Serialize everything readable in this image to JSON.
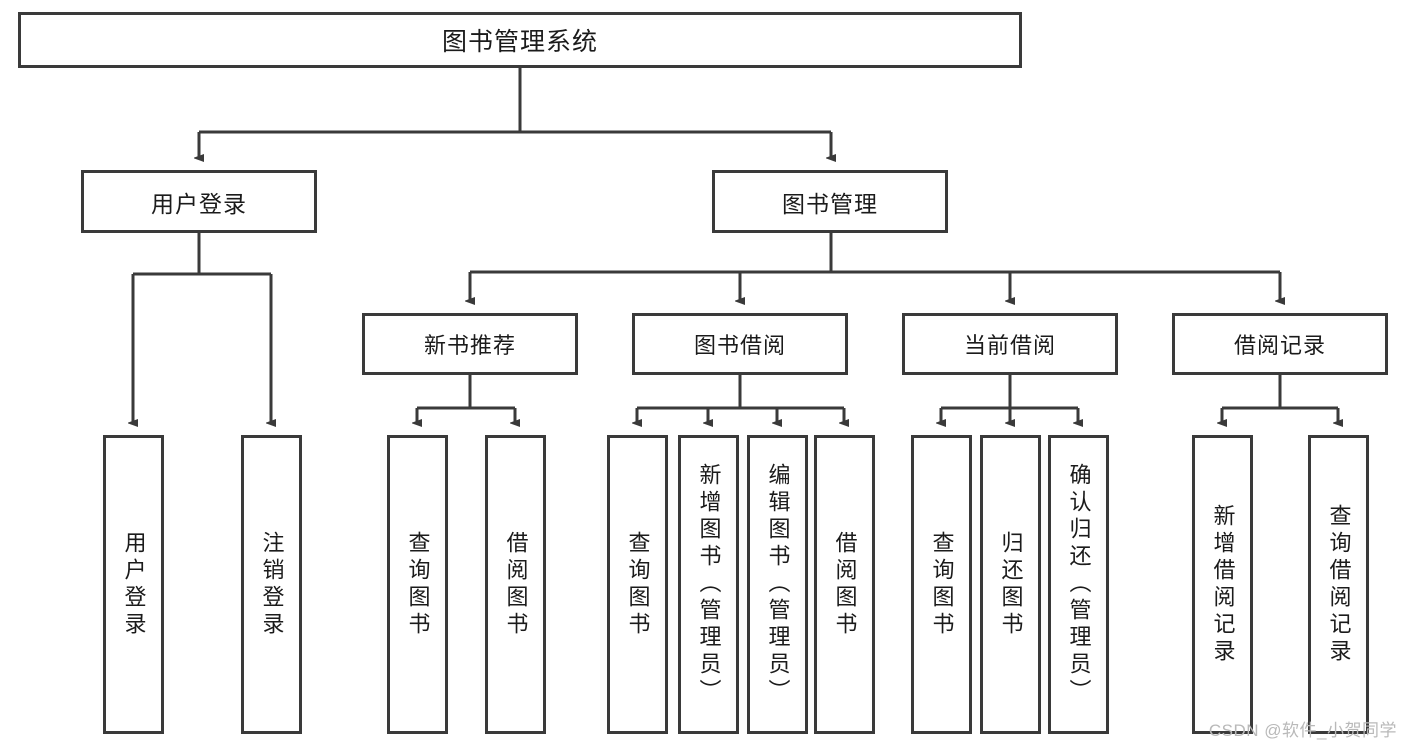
{
  "diagram": {
    "title": "图书管理系统",
    "watermark": "CSDN @软件_小贺同学",
    "colors": {
      "stroke": "#3a3a3a",
      "fill": "#ffffff",
      "text": "#1b1b1b",
      "watermark": "#b9b9b9"
    },
    "root": {
      "label": "图书管理系统"
    },
    "level2": [
      {
        "label": "用户登录"
      },
      {
        "label": "图书管理"
      }
    ],
    "level3": [
      {
        "label": "新书推荐"
      },
      {
        "label": "图书借阅"
      },
      {
        "label": "当前借阅"
      },
      {
        "label": "借阅记录"
      }
    ],
    "leaves": {
      "user_login": [
        {
          "label": "用户登录"
        },
        {
          "label": "注销登录"
        }
      ],
      "new_book_recommend": [
        {
          "label": "查询图书"
        },
        {
          "label": "借阅图书"
        }
      ],
      "book_borrow": [
        {
          "label": "查询图书"
        },
        {
          "label": "新增图书（管理员）"
        },
        {
          "label": "编辑图书（管理员）"
        },
        {
          "label": "借阅图书"
        }
      ],
      "current_borrow": [
        {
          "label": "查询图书"
        },
        {
          "label": "归还图书"
        },
        {
          "label": "确认归还（管理员）"
        }
      ],
      "borrow_record": [
        {
          "label": "新增借阅记录"
        },
        {
          "label": "查询借阅记录"
        }
      ]
    }
  }
}
